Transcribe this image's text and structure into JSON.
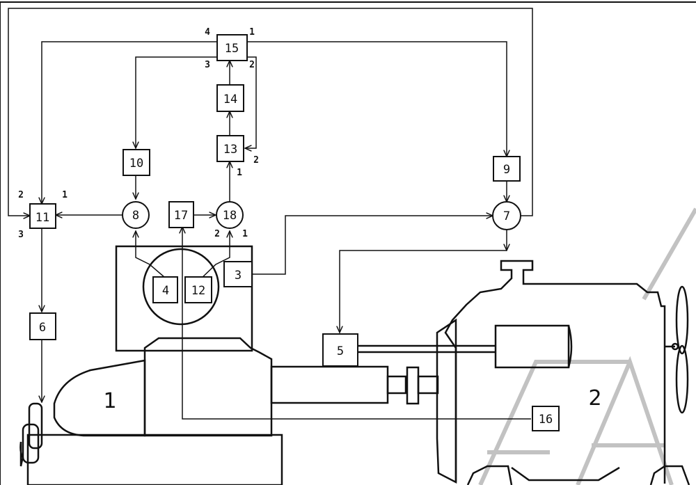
{
  "blocks": {
    "b1": "1",
    "b2": "2",
    "b3": "3",
    "b4": "4",
    "b5": "5",
    "b6": "6",
    "b7": "7",
    "b8": "8",
    "b9": "9",
    "b10": "10",
    "b11": "11",
    "b12": "12",
    "b13": "13",
    "b14": "14",
    "b15": "15",
    "b16": "16",
    "b17": "17",
    "b18": "18"
  },
  "ports": {
    "p15_4": "4",
    "p15_1": "1",
    "p15_3": "3",
    "p15_2": "2",
    "p13_2": "2",
    "p13_1": "1",
    "p11_2": "2",
    "p11_1": "1",
    "p11_3": "3",
    "p18_2": "2",
    "p18_1": "1"
  },
  "watermark": {
    "text": "БГАТУ",
    "color": "#b8b8b8"
  },
  "colors": {
    "line": "#111111",
    "background": "#ffffff"
  }
}
